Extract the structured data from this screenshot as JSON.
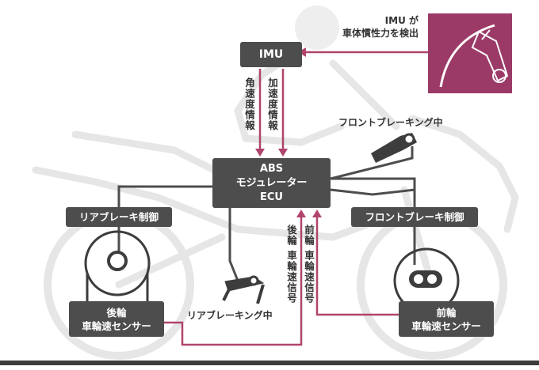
{
  "colors": {
    "box": "#4d4d4d",
    "signal": "#b0446d",
    "wire": "#4d4d4d",
    "silhouette": "#e9e9e9",
    "badge": "#9b3a67"
  },
  "icons": {
    "imu_badge": "leaning-motorcycle-icon",
    "front_lever": "brake-lever-icon",
    "rear_pedal": "brake-pedal-icon",
    "rear_sensor": "rear-wheel-sensor-icon",
    "front_sensor": "front-wheel-sensor-icon"
  },
  "imu": {
    "label": "IMU"
  },
  "imu_note": {
    "line1": "IMU が",
    "line2": "車体慣性力を検出"
  },
  "abs_ecu": {
    "line1": "ABS",
    "line2": "モジュレーター",
    "line3": "ECU"
  },
  "signals": {
    "angular_velocity": "角速度情報",
    "acceleration": "加速度情報",
    "rear_wheel_speed": "後輪 車輪速信号",
    "front_wheel_speed": "前輪 車輪速信号"
  },
  "rear_brake_control": {
    "label": "リアブレーキ制御"
  },
  "front_brake_control": {
    "label": "フロントブレーキ制御"
  },
  "front_braking": {
    "label": "フロントブレーキング中"
  },
  "rear_braking": {
    "label": "リアブレーキング中"
  },
  "rear_sensor": {
    "line1": "後輪",
    "line2": "車輪速センサー"
  },
  "front_sensor": {
    "line1": "前輪",
    "line2": "車輪速センサー"
  }
}
